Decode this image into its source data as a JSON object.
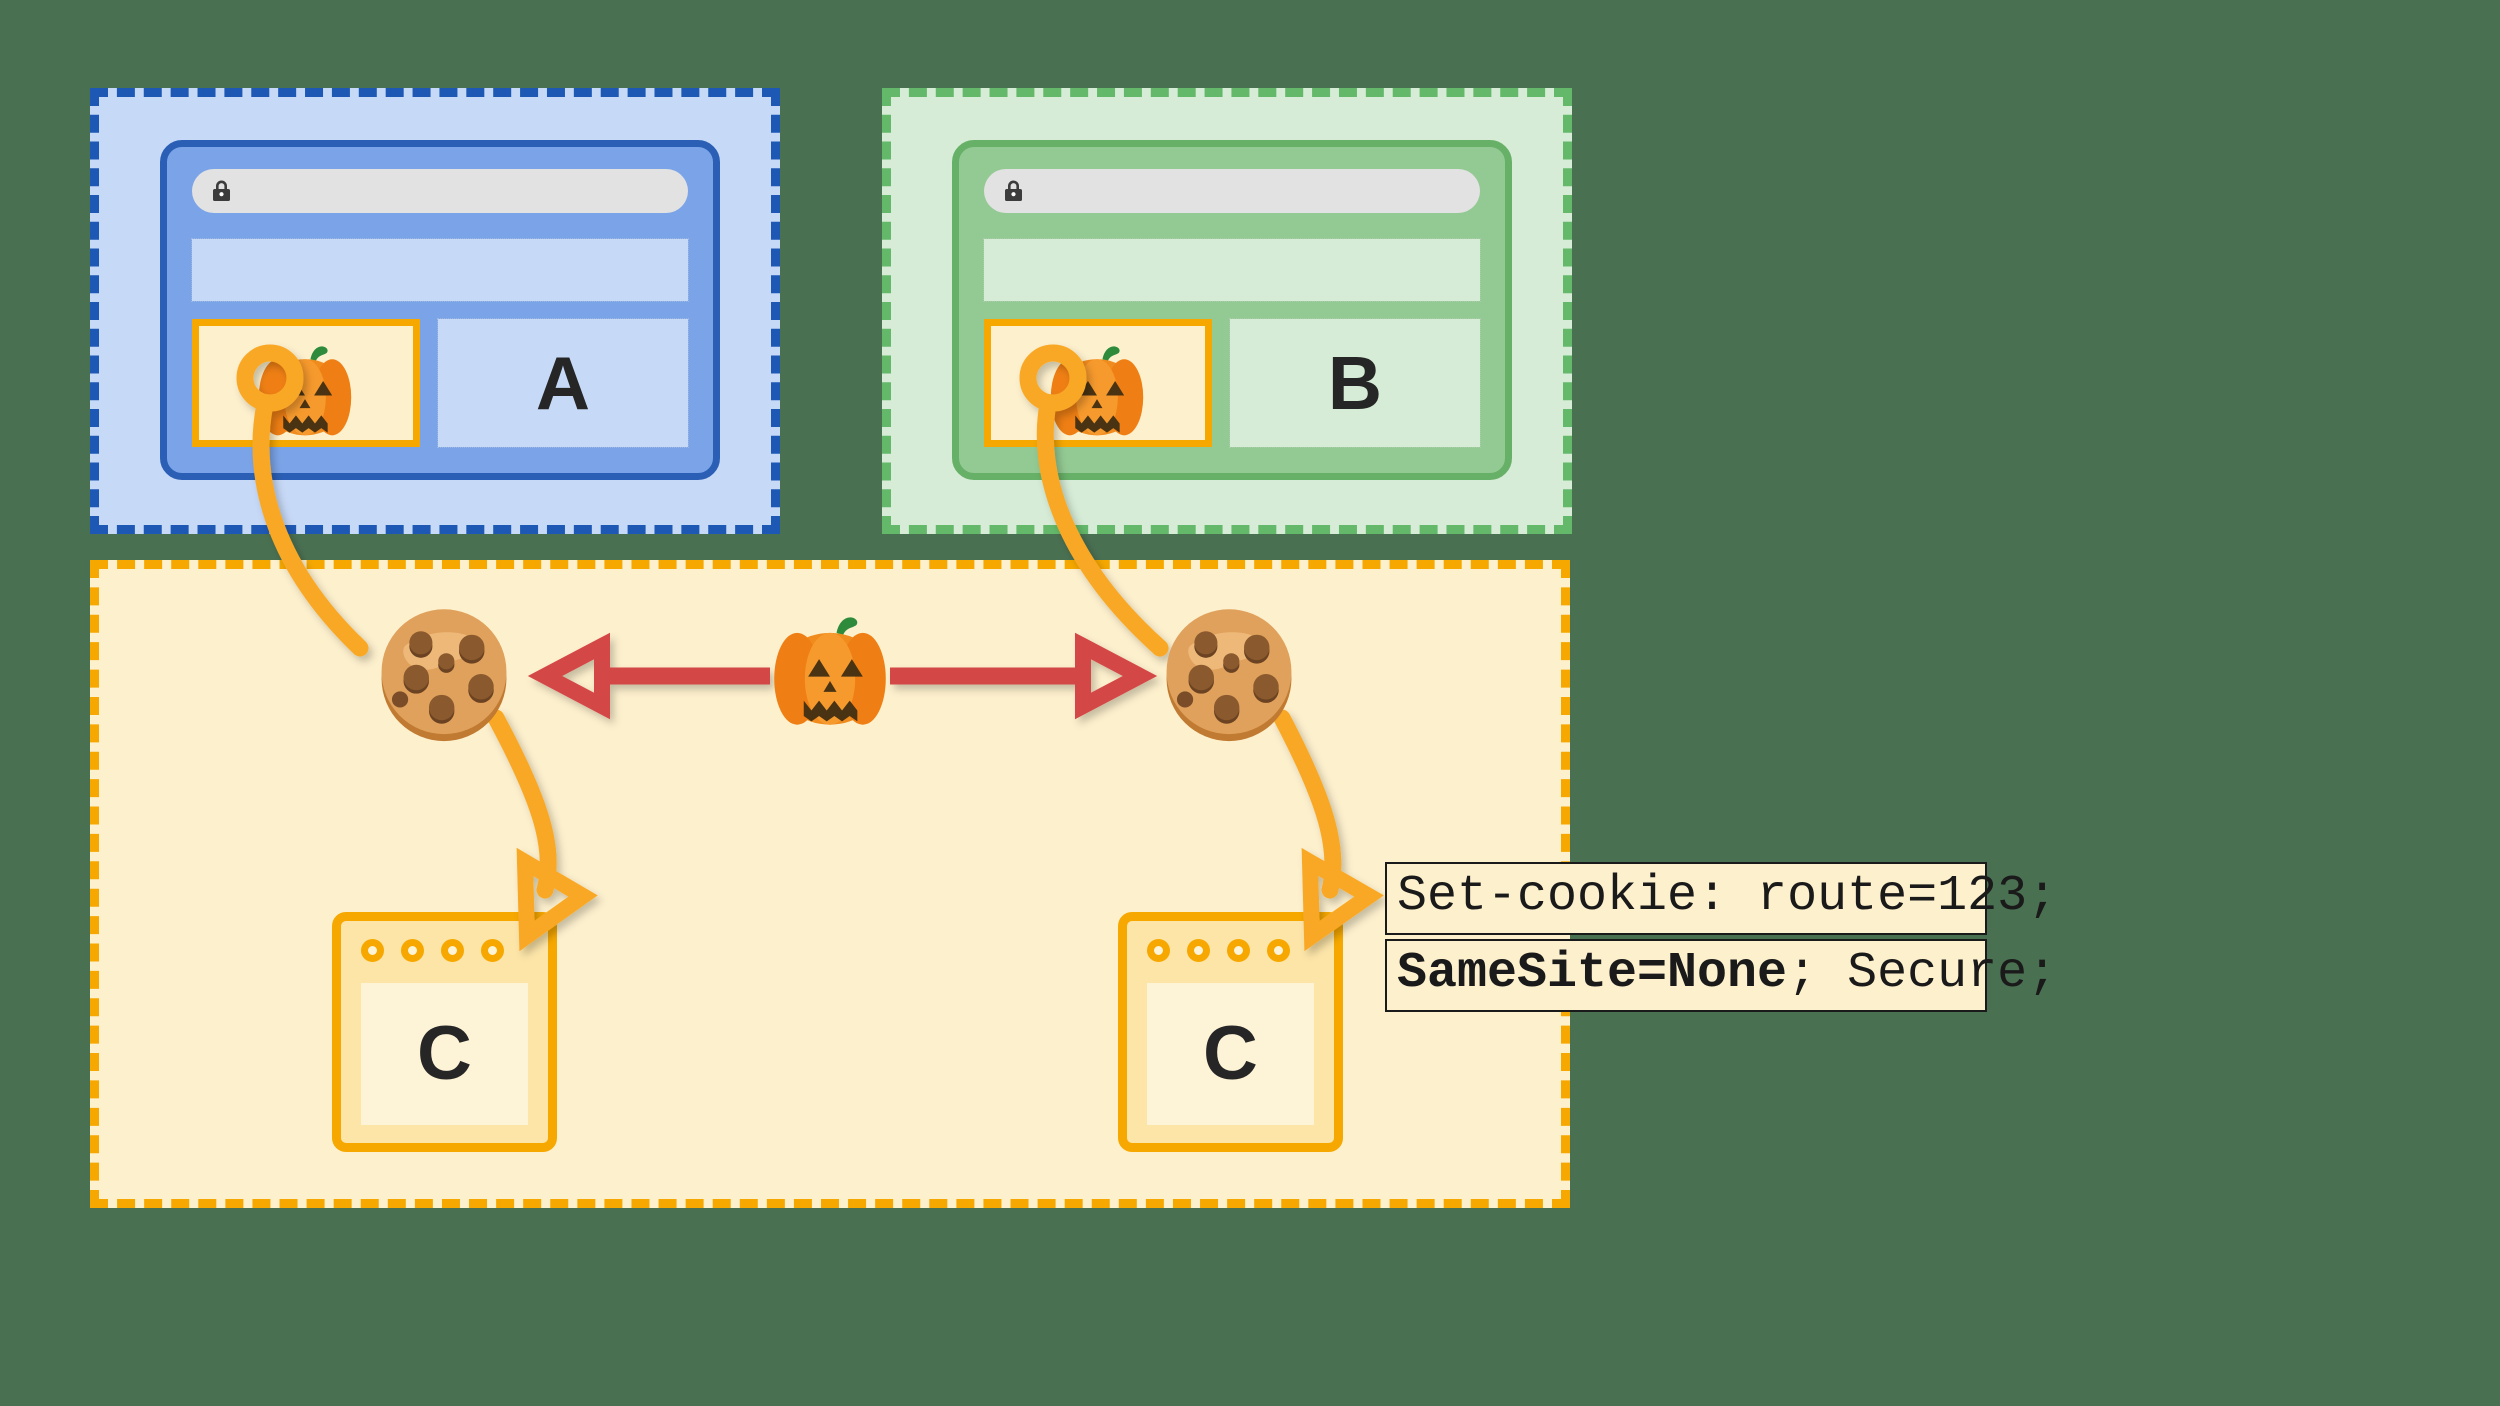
{
  "diagram": {
    "title": "SameSite=None cross-site cookie diagram",
    "background_color": "#4a7052"
  },
  "contexts": [
    {
      "id": "site-a",
      "label": "A",
      "border_color": "#1d58b5",
      "fill_color": "#c6d9f7",
      "kind": "top-level-site"
    },
    {
      "id": "site-b",
      "label": "B",
      "border_color": "#63b86a",
      "fill_color": "#d6ecd6",
      "kind": "top-level-site"
    },
    {
      "id": "site-c",
      "label": "C",
      "border_color": "#f6a800",
      "fill_color": "#fdf0cd",
      "kind": "third-party-site"
    }
  ],
  "browser_a": {
    "letter": "A",
    "url_placeholder": "",
    "lock_icon": "lock-icon",
    "embed_icon": "pumpkin-icon"
  },
  "browser_b": {
    "letter": "B",
    "url_placeholder": "",
    "lock_icon": "lock-icon",
    "embed_icon": "pumpkin-icon"
  },
  "servers": [
    {
      "letter": "C",
      "dots": 4,
      "position": "left"
    },
    {
      "letter": "C",
      "dots": 4,
      "position": "right"
    }
  ],
  "mid_band": {
    "left_token": "cookie-icon",
    "center_token": "pumpkin-icon",
    "right_token": "cookie-icon",
    "arrow_color": "#d44646",
    "arrow_style": "double-headed-hollow"
  },
  "flow_arrows": {
    "color": "#f9a825",
    "style": "curved-hollow-head",
    "from_a_label": "A embeds C cookie",
    "from_b_label": "B embeds C cookie"
  },
  "code_label": {
    "line1": "Set-cookie: route=123;",
    "line2_bold": "SameSite=None",
    "line2_rest": "; Secure;",
    "background": "#fdf0cd",
    "border": "#1a1a1a"
  }
}
